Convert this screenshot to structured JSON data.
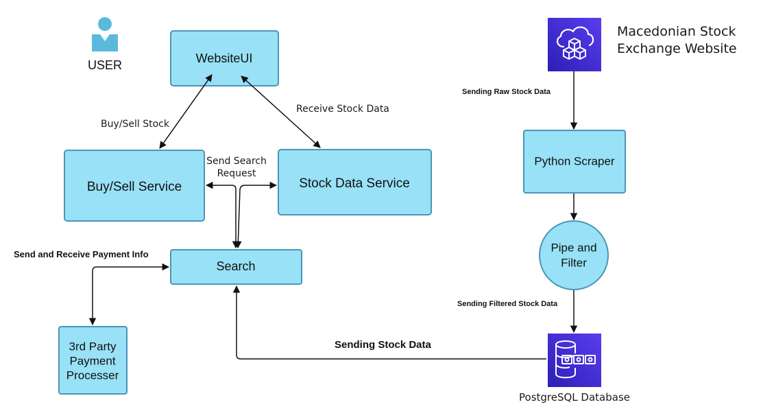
{
  "user": {
    "label": "USER"
  },
  "nodes": {
    "website_ui": "WebsiteUI",
    "buy_sell_service": "Buy/Sell Service",
    "stock_data_service": "Stock Data Service",
    "search": "Search",
    "payment_processor": [
      "3rd Party",
      "Payment",
      "Processer"
    ],
    "mse_website": [
      "Macedonian Stock",
      "Exchange Website"
    ],
    "python_scraper": "Python Scraper",
    "pipe_filter": [
      "Pipe and",
      "Filter"
    ],
    "postgres": "PostgreSQL Database"
  },
  "edges": {
    "buy_sell_stock": "Buy/Sell Stock",
    "receive_stock_data": "Receive Stock Data",
    "send_search_request": [
      "Send Search",
      "Request"
    ],
    "send_receive_payment": "Send and Receive Payment Info",
    "sending_stock_data": "Sending Stock Data",
    "sending_raw_stock_data": "Sending Raw Stock Data",
    "sending_filtered_stock_data": "Sending Filtered Stock Data"
  },
  "colors": {
    "box_fill": "#99e1f6",
    "box_stroke": "#4a95b8",
    "aws_purple": "#3f2dcd",
    "user_icon": "#5bbadc",
    "arrow": "#111111"
  }
}
